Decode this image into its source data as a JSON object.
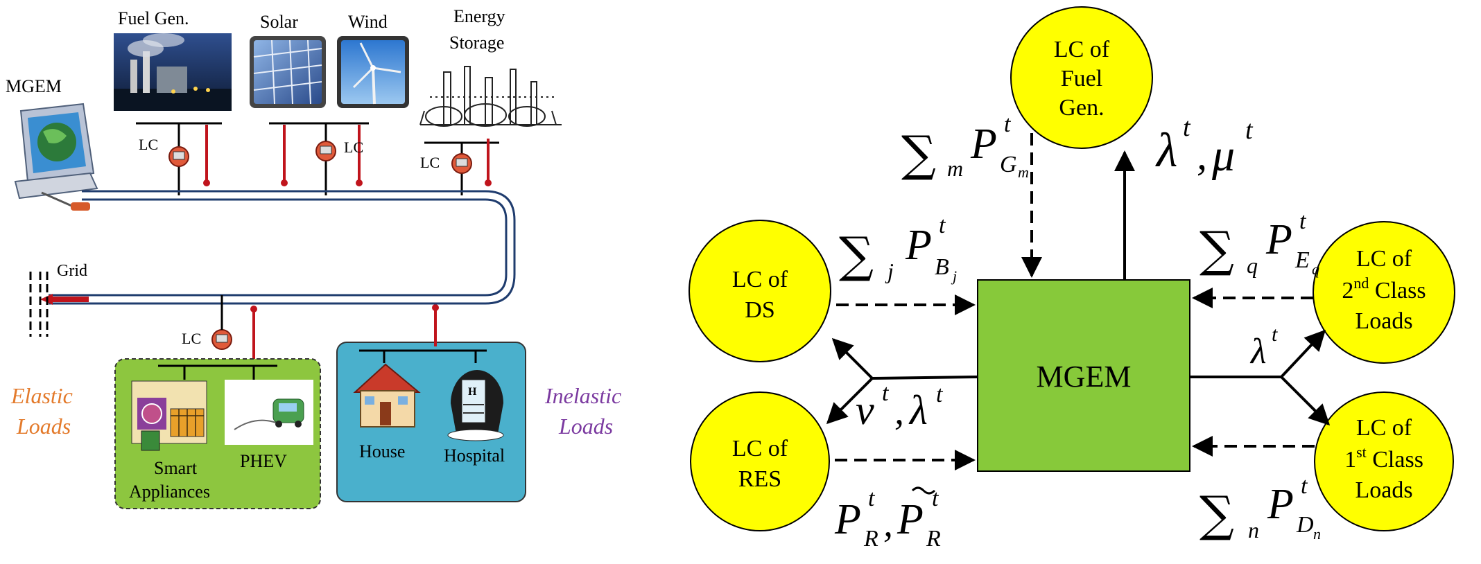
{
  "left_diagram": {
    "mgem_label": "MGEM",
    "fuel_gen_label": "Fuel Gen.",
    "solar_label": "Solar",
    "wind_label": "Wind",
    "storage_label_line1": "Energy",
    "storage_label_line2": "Storage",
    "lc_label": "LC",
    "grid_label": "Grid",
    "elastic_line1": "Elastic",
    "elastic_line2": "Loads",
    "inelastic_line1": "Inelastic",
    "inelastic_line2": "Loads",
    "smart_line1": "Smart",
    "smart_line2": "Appliances",
    "phev_label": "PHEV",
    "house_label": "House",
    "hospital_label": "Hospital",
    "hospital_sign": "H"
  },
  "right_diagram": {
    "center_label": "MGEM",
    "fuel_line1": "LC of",
    "fuel_line2": "Fuel",
    "fuel_line3": "Gen.",
    "ds_line1": "LC of",
    "ds_line2": "DS",
    "res_line1": "LC of",
    "res_line2": "RES",
    "class2_line1": "LC of",
    "class2_sup": "nd",
    "class2_num": "2",
    "class2_word": " Class",
    "class2_line3": "Loads",
    "class1_line1": "LC of",
    "class1_num": "1",
    "class1_sup": "st",
    "class1_word": " Class",
    "class1_line3": "Loads",
    "sigma": "∑",
    "idx_m": "m",
    "idx_j": "j",
    "idx_q": "q",
    "idx_n": "n",
    "P": "P",
    "t": "t",
    "G": "G",
    "B": "B",
    "E": "E",
    "D": "D",
    "R": "R",
    "lambda": "λ",
    "mu": "μ",
    "nu": "ν",
    "comma": ","
  },
  "colors": {
    "circle_fill": "#ffff00",
    "mgem_fill": "#87c93a",
    "elastic_box": "#8dc63f",
    "inelastic_box": "#4ab0cc",
    "elastic_text": "#e37a2b",
    "inelastic_text": "#7b3aa0",
    "bus_red": "#c0141c",
    "bus_navy": "#1f3c6e"
  }
}
